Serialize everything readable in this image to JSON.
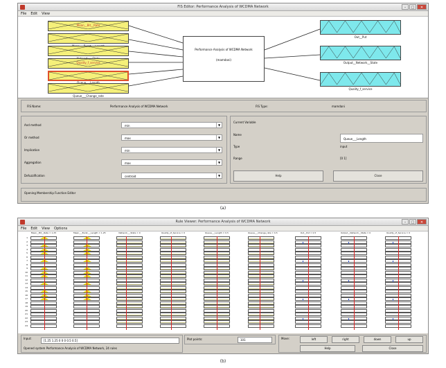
{
  "fis": {
    "title": "FIS Editor: Performance Analysis of WCDMA Network",
    "menu": [
      "File",
      "Edit",
      "View"
    ],
    "inputs": [
      {
        "name": "Mean__Bit__Rate",
        "selected": false,
        "red": true
      },
      {
        "name": "Mean___Burst___Length",
        "selected": false,
        "red": false
      },
      {
        "name": "Network___State",
        "selected": false,
        "red": false
      },
      {
        "name": "Quality_f_service",
        "selected": false,
        "red": true
      },
      {
        "name": "Queue___Length",
        "selected": true,
        "red": false
      },
      {
        "name": "Queue___Change_rate",
        "selected": false,
        "red": false
      }
    ],
    "outputs": [
      {
        "name": "Out__Put"
      },
      {
        "name": "Output__Network__State"
      },
      {
        "name": "Quality_f_service"
      }
    ],
    "system_line1": "Performance Analysis of WCDMA Network",
    "system_line2": "(mamdani)",
    "fis_name_label": "FIS Name:",
    "fis_name_value": "Performance Analysis of WCDMA Network",
    "fis_type_label": "FIS Type:",
    "fis_type_value": "mamdani",
    "methods": [
      {
        "label": "And method",
        "value": "min"
      },
      {
        "label": "Or method",
        "value": "max"
      },
      {
        "label": "Implication",
        "value": "min"
      },
      {
        "label": "Aggregation",
        "value": "max"
      },
      {
        "label": "Defuzzification",
        "value": "centroid"
      }
    ],
    "current_variable": "Current Variable",
    "name_label": "Name",
    "name_value": "Queue___Length",
    "type_label": "Type",
    "type_value": "input",
    "range_label": "Range",
    "range_value": "[0 1]",
    "help": "Help",
    "close": "Close",
    "status": "Opening Membership Function Editor"
  },
  "caption_a": "(a)",
  "rule": {
    "title": "Rule Viewer: Performance Analysis of WCDMA Network",
    "menu": [
      "File",
      "Edit",
      "View",
      "Options"
    ],
    "columns": [
      {
        "header": "Mean__Bit__Rate = 1.25"
      },
      {
        "header": "Mean___Burst___Length = 1.25"
      },
      {
        "header": "Network___State = 0"
      },
      {
        "header": "Quality_of_Service = 0"
      },
      {
        "header": "Queue___Length = 0.5"
      },
      {
        "header": "Queue___Change_rate = 0.5"
      },
      {
        "header": "Out__Put = 0.5"
      },
      {
        "header": "Output__Network__State = 0"
      },
      {
        "header": "Quality_of_Service = 0"
      }
    ],
    "row_numbers": [
      "1",
      "2",
      "3",
      "4",
      "5",
      "6",
      "7",
      "8",
      "9",
      "10",
      "11",
      "12",
      "13",
      "14",
      "15",
      "16",
      "17",
      "18",
      "19",
      "20",
      "21",
      "22",
      "23",
      "24"
    ],
    "axis_left": "0",
    "axis_right": "2",
    "input_label": "Input:",
    "input_value": "[1.25 1.25 0 0 0 0.5 0.5]",
    "plot_points_label": "Plot points:",
    "plot_points_value": "101",
    "move_label": "Move:",
    "left": "left",
    "right": "right",
    "down": "down",
    "up": "up",
    "help": "Help",
    "close": "Close",
    "status": "Opened system Performance Analysis of WCDMA Network, 24 rules"
  },
  "caption_b": "(b)",
  "colors": {
    "input_mf": "#f5f07a",
    "output_mf": "#7ee8ec",
    "selected_border": "#e0502a",
    "rule_line": "#d22222"
  }
}
